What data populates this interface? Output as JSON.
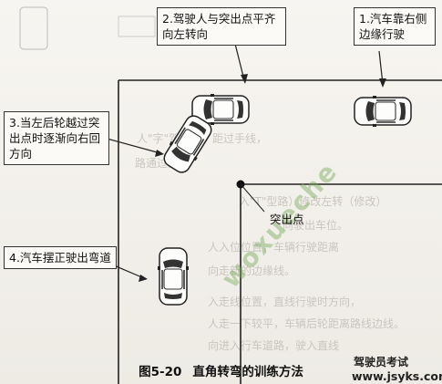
{
  "callouts": {
    "c1": "1.汽车靠右侧边缘行驶",
    "c2": "2.驾驶人与突出点平齐向左转向",
    "c3": "3.当左后轮越过突出点时逐渐向右回方向",
    "c4": "4.汽车摆正驶出弯道"
  },
  "point_label": "突出点",
  "figure": {
    "number": "图5-20",
    "title": "直角转弯的训练方法"
  },
  "watermark": {
    "tilted": "woxueche",
    "site_name": "驾驶员考试",
    "url": "www.jsyks.com"
  }
}
